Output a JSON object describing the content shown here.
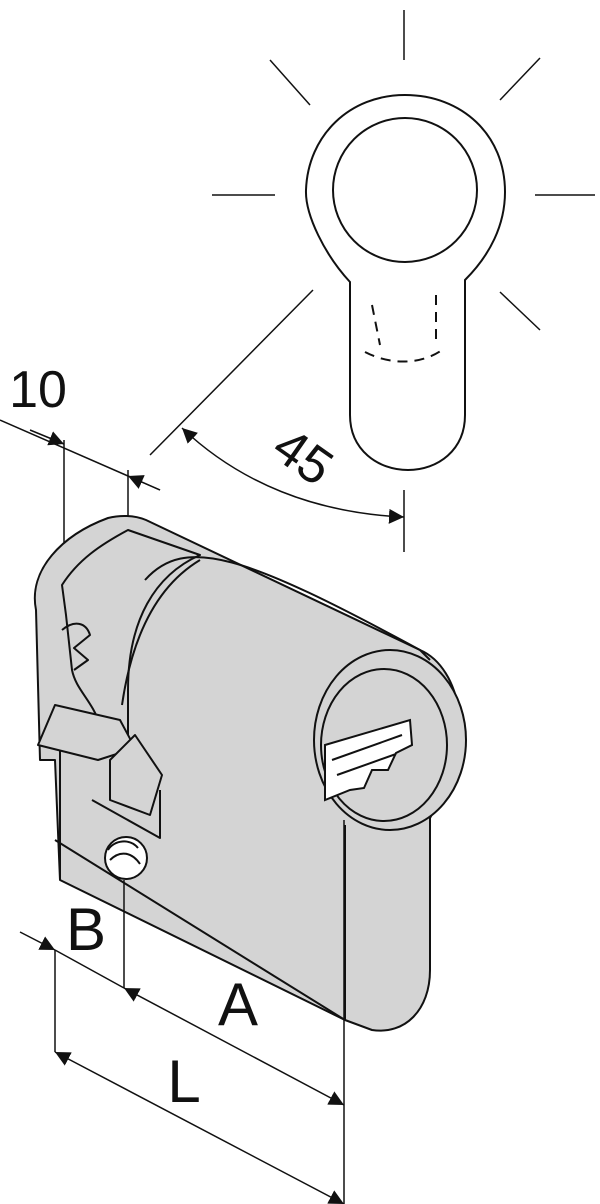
{
  "diagram": {
    "labels": {
      "dim_10": "10",
      "dim_45": "45",
      "dim_b": "B",
      "dim_a": "A",
      "dim_l": "L"
    },
    "colors": {
      "line": "#111111",
      "body_fill": "#d4d4d4",
      "background": "#ffffff"
    }
  }
}
